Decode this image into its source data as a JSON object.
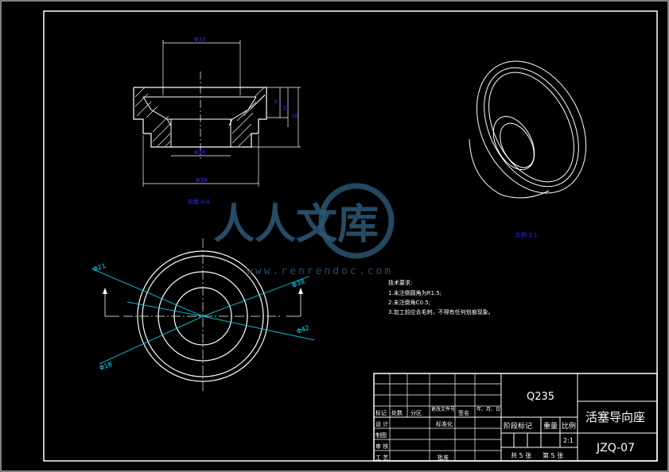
{
  "colors": {
    "background": "#000000",
    "lines": "#ffffff",
    "dimension": "#00e5ff",
    "label": "#3030ff",
    "watermark": "#2d5a78"
  },
  "section_view": {
    "label": "剖面 A-A",
    "dims": {
      "top_bore": "Φ33",
      "bottom_bore": "Φ38",
      "base": "Φ38",
      "h1": "3",
      "h2": "12",
      "h3": "18"
    }
  },
  "iso_view": {
    "label": "比例 2:1"
  },
  "plan_view": {
    "dims": [
      "Φ21",
      "Φ38",
      "Φ42",
      "Φ18"
    ]
  },
  "notes": {
    "title": "技术要求:",
    "items": [
      "1.未注倒圆角为R1.5;",
      "2.未注倒角C0.5;",
      "3.加工前应去毛刺，不得有任何划痕现象。"
    ]
  },
  "title_block": {
    "material": "Q235",
    "part_name": "活塞导向座",
    "drawing_no": "JZQ-07",
    "header_cells": [
      "标记",
      "处数",
      "分区",
      "更改文件号",
      "签名",
      "年、月、日"
    ],
    "rows": [
      "设 计",
      "制图",
      "审 核",
      "工 艺"
    ],
    "std_label": "标准化",
    "approve_label": "批准",
    "stage_label": "阶段标记",
    "weight_label": "重量",
    "scale_label": "比例",
    "scale_value": "2:1",
    "sheets_total": "共 5 张",
    "sheet_no": "第 5 张"
  },
  "watermark": {
    "text": "人人文库",
    "url": "www.renrendoc.com"
  }
}
